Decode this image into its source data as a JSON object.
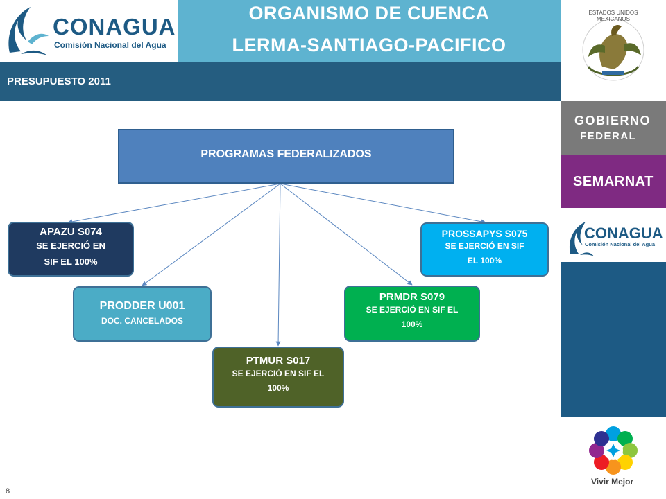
{
  "header": {
    "logo_name": "CONAGUA",
    "logo_tagline": "Comisión Nacional del Agua",
    "title_line1": "ORGANISMO DE CUENCA",
    "title_line2": "LERMA-SANTIAGO-PACIFICO",
    "subtitle": "PRESUPUESTO 2011"
  },
  "sidebar": {
    "seal_text": "ESTADOS UNIDOS MEXICANOS",
    "gobierno_line1": "GOBIERNO",
    "gobierno_line2": "FEDERAL",
    "semarnat": "SEMARNAT",
    "logo_name": "CONAGUA",
    "logo_tagline": "Comisión Nacional del Agua",
    "vivir_mejor": "Vivir Mejor"
  },
  "diagram": {
    "root": "PROGRAMAS FEDERALIZADOS",
    "nodes": [
      {
        "id": "apazu",
        "title": "APAZU S074",
        "line1": "SE EJERCIÓ EN",
        "line2": "SIF EL 100%"
      },
      {
        "id": "prodder",
        "title": "PRODDER U001",
        "line1": "DOC. CANCELADOS"
      },
      {
        "id": "ptmur",
        "title": "PTMUR  S017",
        "line1": "SE EJERCIÓ EN SIF EL",
        "line2": "100%"
      },
      {
        "id": "prmdr",
        "title": "PRMDR  S079",
        "line1": "SE EJERCIÓ EN SIF EL",
        "line2": "100%"
      },
      {
        "id": "prossapys",
        "title": "PROSSAPYS  S075",
        "line1": "SE EJERCIÓ EN SIF",
        "line2": "EL 100%"
      }
    ]
  },
  "page_number": "8",
  "colors": {
    "title_band": "#5eb3d0",
    "subtitle_band": "#255d80",
    "root_fill": "#4f81bd",
    "apazu_fill": "#1f3a60",
    "prodder_fill": "#4bacc6",
    "ptmur_fill": "#4f6228",
    "prmdr_fill": "#00b050",
    "prossapys_fill": "#00b0f0",
    "gobierno_fill": "#7a7a7a",
    "semarnat_fill": "#7f2a82",
    "connector": "#5b87c0"
  }
}
